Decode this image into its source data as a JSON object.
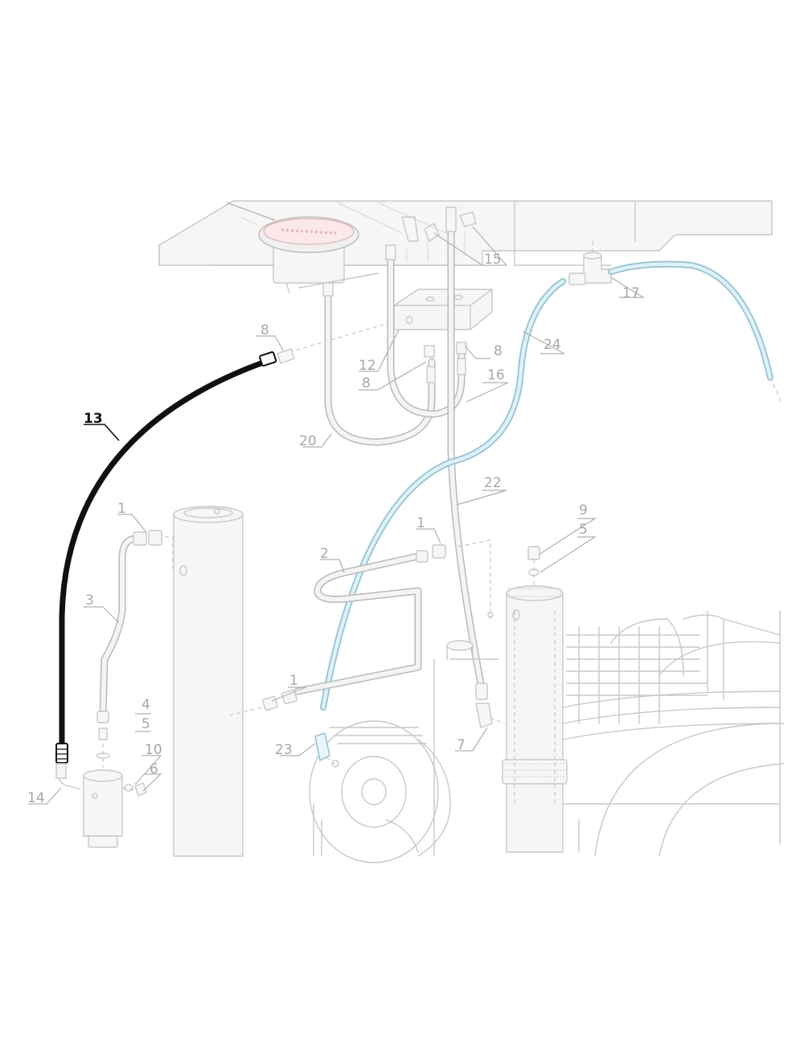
{
  "diagram": {
    "callouts": [
      {
        "id": "c13",
        "label": "13",
        "highlight": true
      },
      {
        "id": "c14",
        "label": "14"
      },
      {
        "id": "c1a",
        "label": "1"
      },
      {
        "id": "c1b",
        "label": "1"
      },
      {
        "id": "c1c",
        "label": "1"
      },
      {
        "id": "c2",
        "label": "2"
      },
      {
        "id": "c3",
        "label": "3"
      },
      {
        "id": "c4",
        "label": "4"
      },
      {
        "id": "c5a",
        "label": "5"
      },
      {
        "id": "c5b",
        "label": "5"
      },
      {
        "id": "c6",
        "label": "6"
      },
      {
        "id": "c7",
        "label": "7"
      },
      {
        "id": "c8a",
        "label": "8"
      },
      {
        "id": "c8b",
        "label": "8"
      },
      {
        "id": "c8c",
        "label": "8"
      },
      {
        "id": "c9",
        "label": "9"
      },
      {
        "id": "c10",
        "label": "10"
      },
      {
        "id": "c12",
        "label": "12"
      },
      {
        "id": "c15",
        "label": "15"
      },
      {
        "id": "c16",
        "label": "16"
      },
      {
        "id": "c17",
        "label": "17"
      },
      {
        "id": "c20",
        "label": "20"
      },
      {
        "id": "c22",
        "label": "22"
      },
      {
        "id": "c23",
        "label": "23"
      },
      {
        "id": "c24",
        "label": "24"
      }
    ],
    "colors": {
      "highlight_part": "#111111",
      "ghost_line": "#c8c8c8",
      "blue_tube": "#8fc3d6"
    }
  }
}
